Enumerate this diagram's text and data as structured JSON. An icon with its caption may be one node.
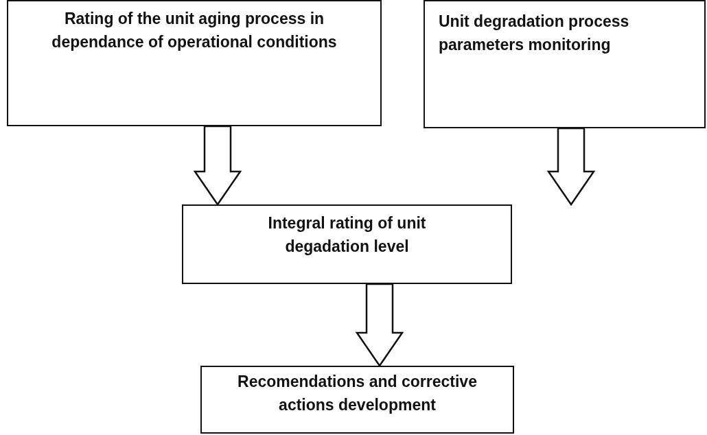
{
  "diagram": {
    "nodes": [
      {
        "text": [
          "Rating of the unit aging process in dependance of operational conditions"
        ]
      },
      {
        "text": [
          "Unit degradation process parameters monitoring"
        ]
      },
      {
        "text": [
          "Integral rating of unit degadation level"
        ]
      },
      {
        "text": [
          "Recomendations and corrective actions development"
        ]
      }
    ],
    "edges": [
      {
        "from": 0,
        "to": 2,
        "arrow": "to"
      },
      {
        "from": 1,
        "to": 2,
        "arrow": "to"
      },
      {
        "from": 2,
        "to": 3,
        "arrow": "to"
      }
    ]
  }
}
